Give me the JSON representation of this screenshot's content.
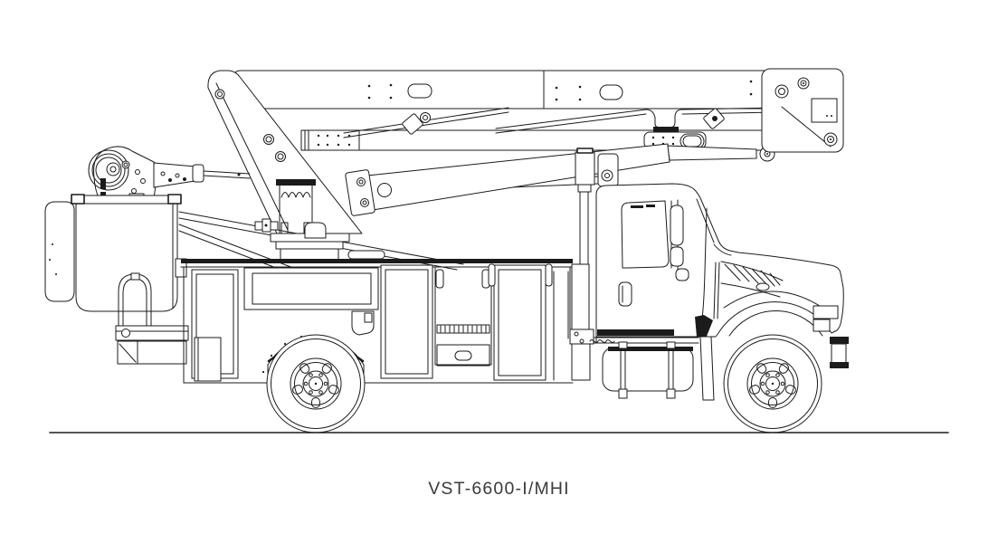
{
  "figure": {
    "caption": "VST-6600-I/MHI",
    "description": "Side-view engineering line drawing of an aerial bucket truck with overcenter articulated boom in stowed position",
    "colors": {
      "background": "#ffffff",
      "line": "#1b1b1b",
      "caption_text": "#3a3a3a"
    },
    "parts": [
      "platform-bucket",
      "bucket-liner",
      "jib-winch",
      "jib-arm",
      "leveling-rod",
      "lower-boom-mast",
      "upper-boom",
      "boom-end-bracket",
      "boom-saddle",
      "boom-lift-cylinder",
      "vertical-lift-cylinder",
      "rotation-pedestal",
      "hose-coil",
      "hydraulic-hoses",
      "utility-body",
      "compartment-doors",
      "step-well",
      "tailshelf",
      "rear-handrail",
      "rear-wheel",
      "front-wheel",
      "cab",
      "door-window",
      "door-mirror",
      "door-handle",
      "hood",
      "fuel-tank",
      "front-bumper",
      "mud-flap",
      "ground-line"
    ]
  }
}
